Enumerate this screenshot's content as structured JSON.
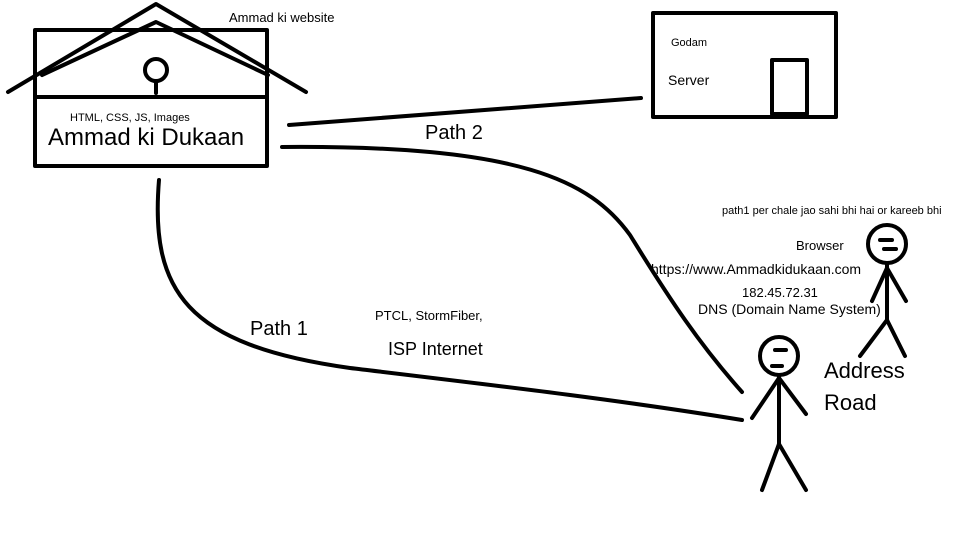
{
  "house": {
    "site_label": "Ammad ki website",
    "assets_label": "HTML, CSS, JS, Images",
    "shop_label": "Ammad ki Dukaan"
  },
  "warehouse": {
    "godam_label": "Godam",
    "server_label": "Server"
  },
  "paths": {
    "path1_label": "Path 1",
    "path2_label": "Path 2"
  },
  "isp": {
    "providers_label": "PTCL, StormFiber,",
    "internet_label": "ISP Internet"
  },
  "dns_person": {
    "advice": "path1 per chale jao sahi bhi hai or kareeb bhi",
    "browser_label": "Browser",
    "url": "https://www.Ammadkidukaan.com",
    "ip": "182.45.72.31",
    "dns_label": "DNS (Domain Name System)"
  },
  "user": {
    "address_label": "Address",
    "road_label": "Road"
  }
}
